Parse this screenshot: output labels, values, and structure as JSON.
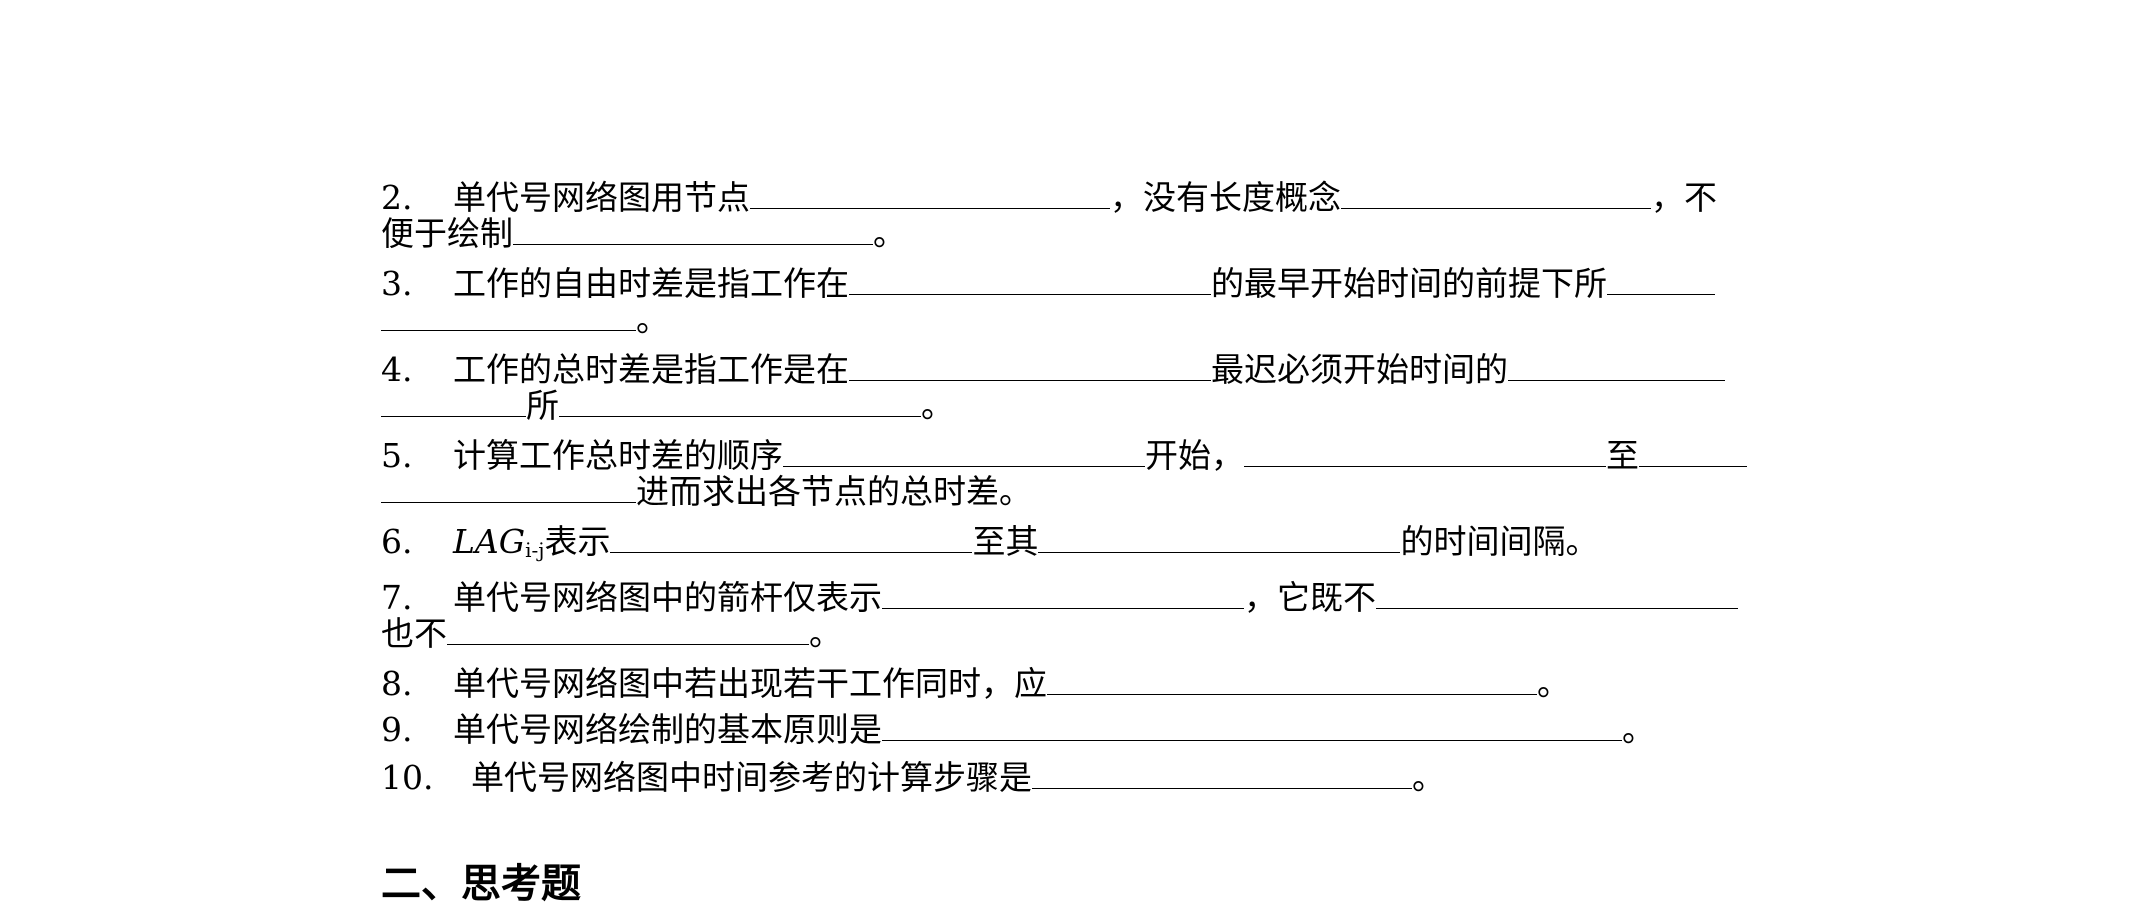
{
  "questions": {
    "q2": {
      "num": "2.",
      "p1": "单代号网络图用节点",
      "p2": "，没有长度概念",
      "p3": "，不",
      "p4": "便于绘制",
      "p5": "。"
    },
    "q3": {
      "num": "3.",
      "p1": "工作的自由时差是指工作在",
      "p2": "的最早开始时间的前提下所",
      "p3": "。"
    },
    "q4": {
      "num": "4.",
      "p1": "工作的总时差是指工作是在",
      "p2": "最迟必须开始时间的",
      "p3": "所",
      "p4": "。"
    },
    "q5": {
      "num": "5.",
      "p1": "计算工作总时差的顺序",
      "p2": "开始，",
      "p3": "至",
      "p4": "进而求出各节点的总时差。"
    },
    "q6": {
      "num": "6.",
      "lag": "LAG",
      "sub": "i-j",
      "p1": "表示",
      "p2": "至其",
      "p3": "的时间间隔。"
    },
    "q7": {
      "num": "7.",
      "p1": "单代号网络图中的箭杆仅表示",
      "p2": "，它既不",
      "p3": "也不",
      "p4": "。"
    },
    "q8": {
      "num": "8.",
      "p1": "单代号网络图中若出现若干工作同时，应",
      "p2": "。"
    },
    "q9": {
      "num": "9.",
      "p1": "单代号网络绘制的基本原则是",
      "p2": "。"
    },
    "q10": {
      "num": "10.",
      "p1": "单代号网络图中时间参考的计算步骤是",
      "p2": "。"
    }
  },
  "section": {
    "title": "二、思考题"
  }
}
